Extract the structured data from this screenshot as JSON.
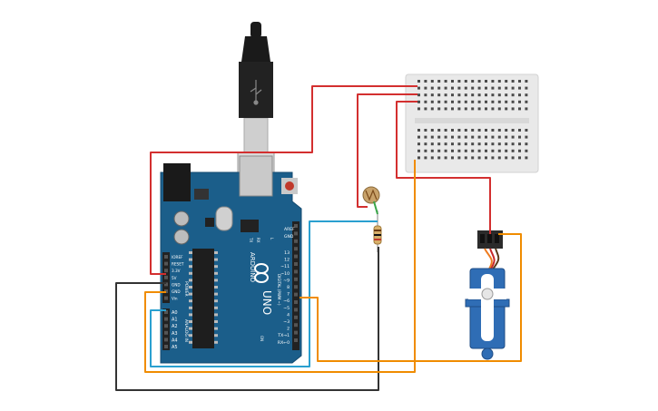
{
  "board": {
    "brand": "ARDUINO",
    "model": "UNO",
    "icsp_label": "ICSP",
    "tx_label": "TX",
    "rx_label": "RX",
    "l_label": "L",
    "aref_label": "AREF",
    "gnd_label": "GND",
    "digital_pins": [
      "13",
      "12",
      "~11",
      "~10",
      "~9",
      "8",
      "7",
      "~6",
      "~5",
      "4",
      "~3",
      "2",
      "TX→1",
      "RX←0"
    ],
    "digital_header_label": "DIGITAL (PWM ~)",
    "power_pins": [
      "IOREF",
      "RESET",
      "3.3V",
      "5V",
      "GND",
      "GND",
      "Vin"
    ],
    "power_header_label": "POWER",
    "analog_pins": [
      "A0",
      "A1",
      "A2",
      "A3",
      "A4",
      "A5"
    ],
    "analog_header_label": "ANALOG IN",
    "on_label": "ON"
  },
  "components": {
    "usb_cable": "usb-cable",
    "breadboard": "mini-breadboard",
    "photoresistor": "photoresistor",
    "resistor": "resistor",
    "servo": "micro-servo"
  },
  "colors": {
    "board": "#1b5e8a",
    "board_dark": "#154b70",
    "wire_red": "#d32f2f",
    "wire_orange": "#f08c00",
    "wire_blue": "#2aa0d0",
    "wire_black": "#333333",
    "wire_green": "#3aa64a",
    "servo": "#2f6db5",
    "breadboard": "#e6e6e6"
  }
}
